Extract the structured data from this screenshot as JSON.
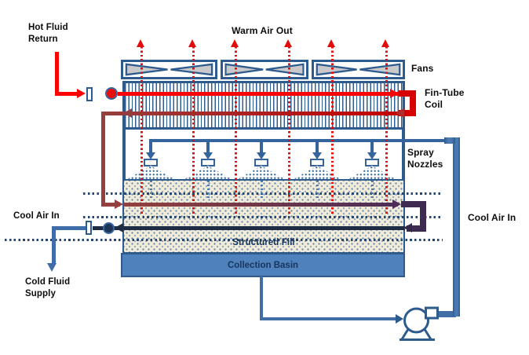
{
  "diagram": {
    "type": "closed-circuit-cooling-tower-schematic",
    "labels": {
      "hot_fluid_return": "Hot Fluid Return",
      "warm_air_out": "Warm Air Out",
      "fans": "Fans",
      "fin_tube_coil": "Fin-Tube Coil",
      "spray_nozzles": "Spray Nozzles",
      "cool_air_in_left": "Cool Air In",
      "cool_air_in_right": "Cool Air In",
      "structured_fill": "Structured Fill",
      "collection_basin": "Collection Basin",
      "cold_fluid_supply": "Cold Fluid Supply"
    },
    "components": {
      "fan_count": 3,
      "spray_nozzle_count": 5,
      "warm_air_arrow_count": 6,
      "air_inlet_dotted_lines_per_side": 3,
      "valve_count": 2,
      "has_pump": true
    },
    "icons": {
      "pump-icon": "circle-on-stand",
      "valve-icon": "white-flange-rectangle",
      "hot-port-icon": "red-filled-circle",
      "cold-port-icon": "navy-filled-circle",
      "fan-blade-icon": "gray-bowtie-triangles",
      "warm-air-arrow-icon": "red-dotted-arrow-up",
      "spray-arrow-icon": "blue-solid-arrow-down"
    },
    "colors": {
      "hot_pipe_red": "#fe0000",
      "hot_elbow_red": "#d60000",
      "coil_return_maroon": "#94403e",
      "interstage_purple": "#3f2b52",
      "cold_return_navy": "#1e2c44",
      "cold_supply_blue": "#3e6da8",
      "structure_blue": "#2d5b8e",
      "pipe_blue": "#3f6fa5",
      "basin_blue": "#4f81bd",
      "fill_beige": "#f1ecda",
      "fan_blade_gray": "#c9c9cb",
      "air_dotted_navy": "#24456e",
      "warm_air_red": "#e30b0b"
    }
  }
}
